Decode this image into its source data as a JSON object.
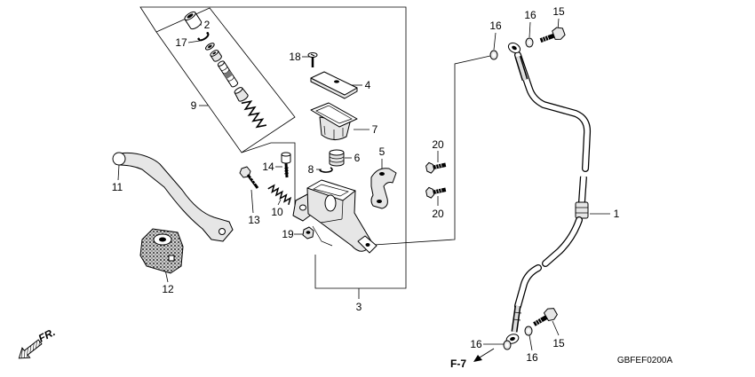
{
  "diagram": {
    "callouts": {
      "c1": "1",
      "c2": "2",
      "c3": "3",
      "c4": "4",
      "c5": "5",
      "c6": "6",
      "c7": "7",
      "c8": "8",
      "c9": "9",
      "c10": "10",
      "c11": "11",
      "c12": "12",
      "c13": "13",
      "c14": "14",
      "c15_top": "15",
      "c15_bottom": "15",
      "c16_top_left": "16",
      "c16_top_right": "16",
      "c16_bottom_left": "16",
      "c16_bottom_right": "16",
      "c17": "17",
      "c18": "18",
      "c19": "19",
      "c20_top": "20",
      "c20_bottom": "20"
    },
    "page_reference": "F-7",
    "front_direction": "FR.",
    "figure_code": "GBFEF0200A"
  },
  "colors": {
    "line": "#000000",
    "background": "#ffffff",
    "part_fill": "#e6e6e6"
  }
}
